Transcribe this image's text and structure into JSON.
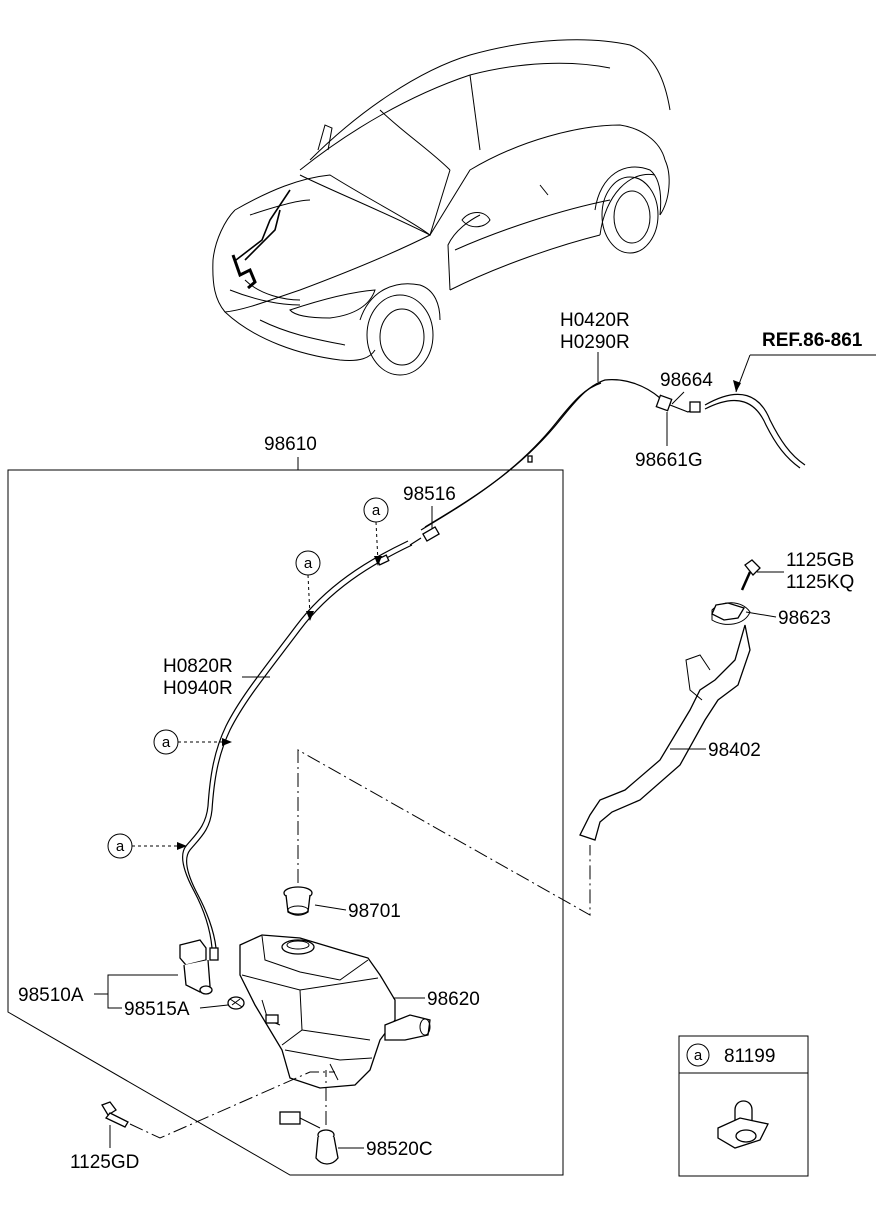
{
  "labels": {
    "h0420r": "H0420R",
    "h0290r": "H0290R",
    "ref": "REF.86-861",
    "p98664": "98664",
    "p98661g": "98661G",
    "p98610": "98610",
    "p98516": "98516",
    "p1125gb": "1125GB",
    "p1125kq": "1125KQ",
    "p98623": "98623",
    "h0820r": "H0820R",
    "h0940r": "H0940R",
    "p98402": "98402",
    "p98701": "98701",
    "p98510a": "98510A",
    "p98515a": "98515A",
    "p98620": "98620",
    "p1125gd": "1125GD",
    "p98520c": "98520C",
    "p81199": "81199"
  },
  "callout_letter": "a",
  "icons": [
    "car-illustration",
    "washer-reservoir",
    "filler-neck",
    "washer-pump",
    "hose-clip"
  ]
}
